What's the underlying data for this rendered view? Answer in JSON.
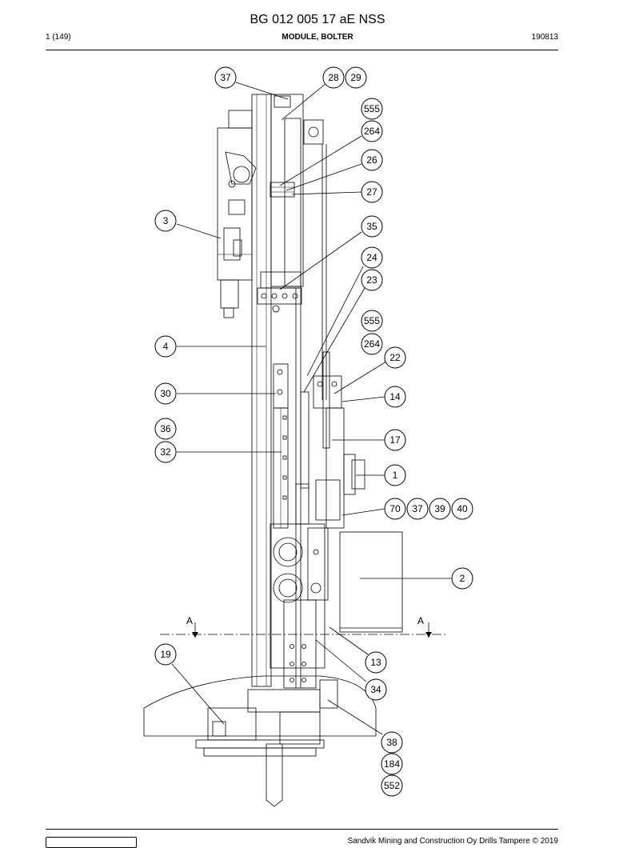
{
  "header": {
    "document_id": "BG 012 005 17 aE NSS",
    "page": "1 (149)",
    "title": "MODULE, BOLTER",
    "date_code": "190813"
  },
  "footer": {
    "copyright": "Sandvik Mining and Construction Oy Drills Tampere © 2019"
  },
  "drawing": {
    "section_marker": "A",
    "callouts": [
      {
        "id": "c37a",
        "label": "37"
      },
      {
        "id": "c28",
        "label": "28"
      },
      {
        "id": "c29",
        "label": "29"
      },
      {
        "id": "c555a",
        "label": "555"
      },
      {
        "id": "c264a",
        "label": "264"
      },
      {
        "id": "c26",
        "label": "26"
      },
      {
        "id": "c27",
        "label": "27"
      },
      {
        "id": "c3",
        "label": "3"
      },
      {
        "id": "c35",
        "label": "35"
      },
      {
        "id": "c24",
        "label": "24"
      },
      {
        "id": "c23",
        "label": "23"
      },
      {
        "id": "c555b",
        "label": "555"
      },
      {
        "id": "c264b",
        "label": "264"
      },
      {
        "id": "c4",
        "label": "4"
      },
      {
        "id": "c22",
        "label": "22"
      },
      {
        "id": "c30",
        "label": "30"
      },
      {
        "id": "c14",
        "label": "14"
      },
      {
        "id": "c36",
        "label": "36"
      },
      {
        "id": "c17",
        "label": "17"
      },
      {
        "id": "c32",
        "label": "32"
      },
      {
        "id": "c1",
        "label": "1"
      },
      {
        "id": "c70",
        "label": "70"
      },
      {
        "id": "c37b",
        "label": "37"
      },
      {
        "id": "c39",
        "label": "39"
      },
      {
        "id": "c40",
        "label": "40"
      },
      {
        "id": "c2",
        "label": "2"
      },
      {
        "id": "c19",
        "label": "19"
      },
      {
        "id": "c13",
        "label": "13"
      },
      {
        "id": "c34",
        "label": "34"
      },
      {
        "id": "c38",
        "label": "38"
      },
      {
        "id": "c184",
        "label": "184"
      },
      {
        "id": "c552",
        "label": "552"
      }
    ]
  }
}
